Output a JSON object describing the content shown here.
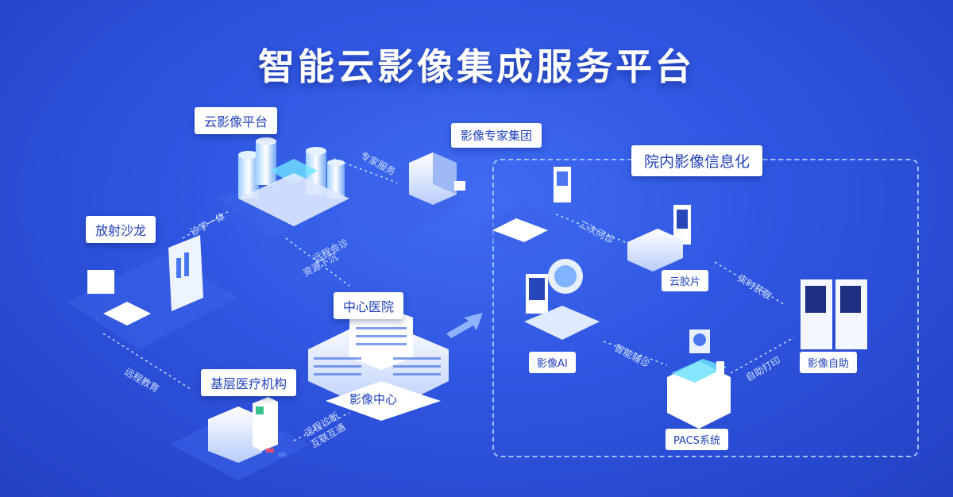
{
  "title": "智能云影像集成服务平台",
  "nodes": {
    "cloud_platform": "云影像平台",
    "expert_group": "影像专家集团",
    "in_hospital": "院内影像信息化",
    "radiology_salon": "放射沙龙",
    "central_hospital": "中心医院",
    "imaging_center": "影像中心",
    "grassroots": "基层医疗机构",
    "cloud_film": "云胶片",
    "imaging_ai": "影像AI",
    "self_service": "影像自助",
    "pacs": "PACS系统"
  },
  "edges": {
    "expert_service": "专家服务",
    "diag_teach": "诊学一体",
    "remote_consult": "远程会诊",
    "resource_sink": "资源下沉",
    "remote_edu": "远程教育",
    "remote_diag": "远程诊断",
    "interconnect": "互联互通",
    "second_consult": "二次问诊",
    "realtime_fetch": "实时获取",
    "smart_assist": "智能辅诊",
    "self_print": "自助打印"
  },
  "colors": {
    "accent": "#1f3fb8",
    "background": "#2f55e0",
    "dash": "#9fc0ff"
  }
}
